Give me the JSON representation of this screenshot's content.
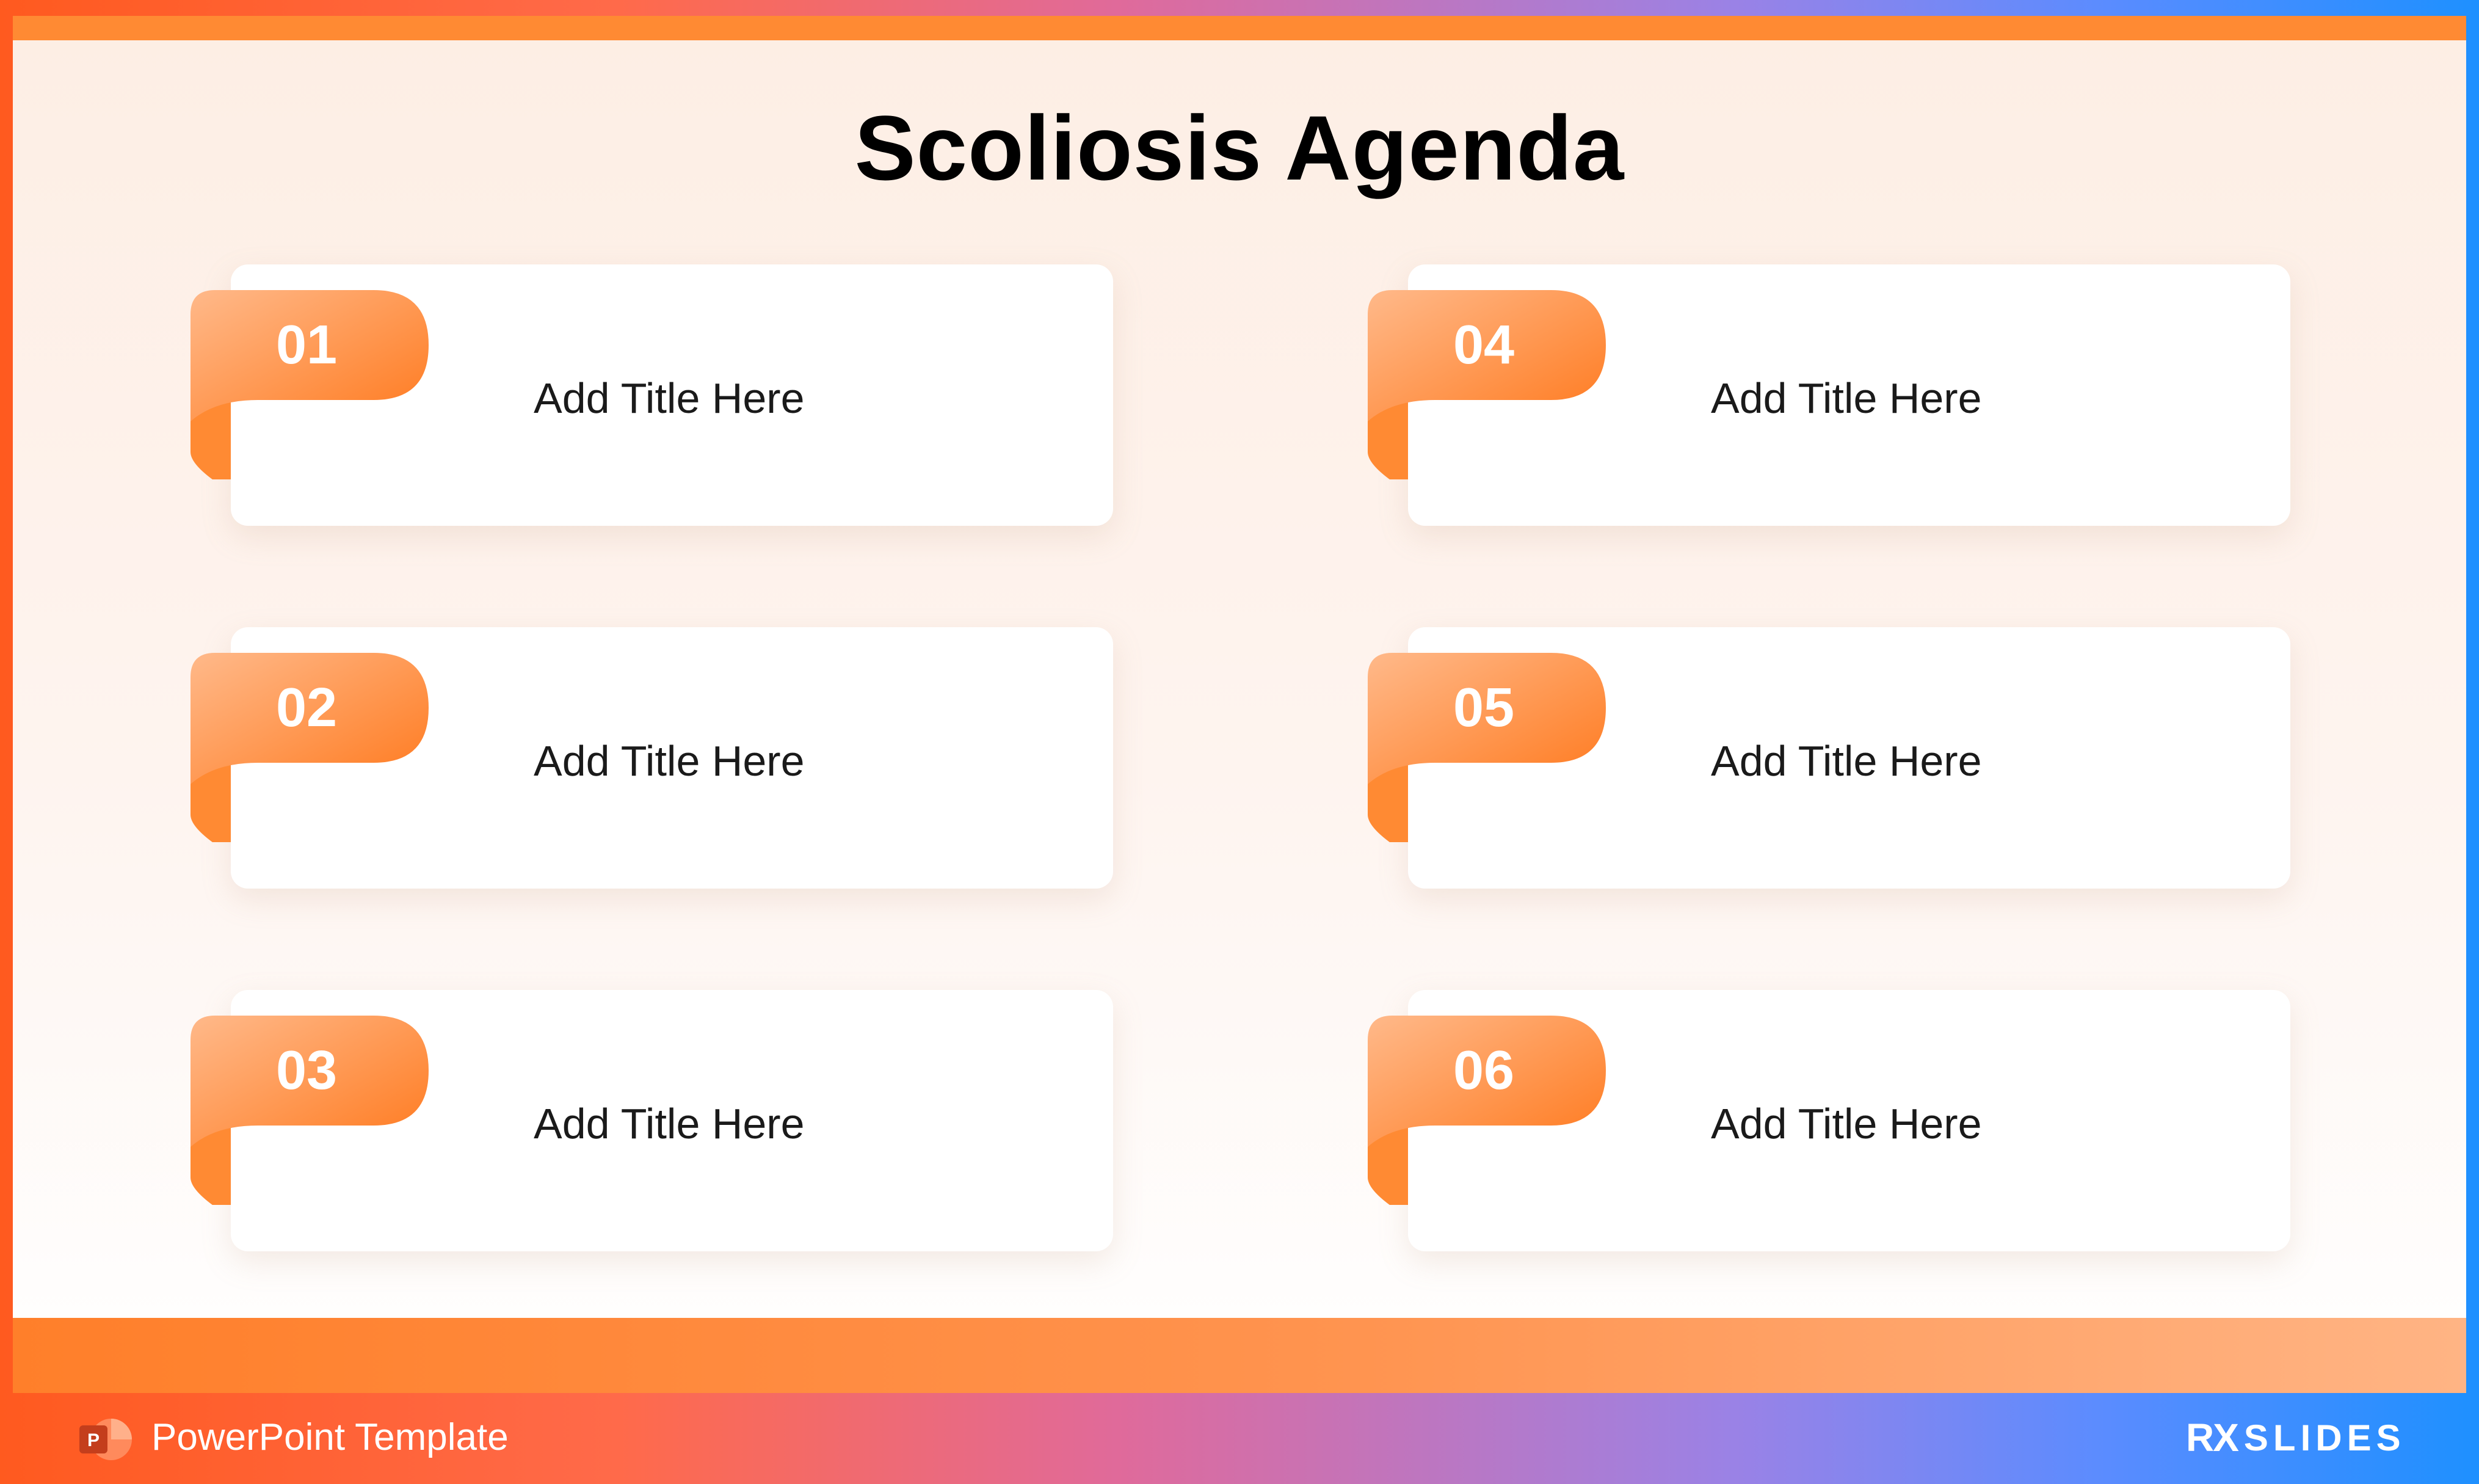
{
  "slide": {
    "title": "Scoliosis Agenda",
    "agenda_items": [
      {
        "number": "01",
        "title": "Add Title Here"
      },
      {
        "number": "02",
        "title": "Add Title Here"
      },
      {
        "number": "03",
        "title": "Add Title Here"
      },
      {
        "number": "04",
        "title": "Add Title Here"
      },
      {
        "number": "05",
        "title": "Add Title Here"
      },
      {
        "number": "06",
        "title": "Add Title Here"
      }
    ]
  },
  "footer": {
    "template_label": "PowerPoint Template",
    "brand_prefix": "RX",
    "brand_name": "SLIDES",
    "powerpoint_icon": "powerpoint-icon"
  },
  "colors": {
    "accent_orange": "#ff8a33",
    "ribbon_light": "#ffb07a",
    "ribbon_dark": "#ff7a1f",
    "card_bg": "#ffffff",
    "title_text": "#000000"
  }
}
